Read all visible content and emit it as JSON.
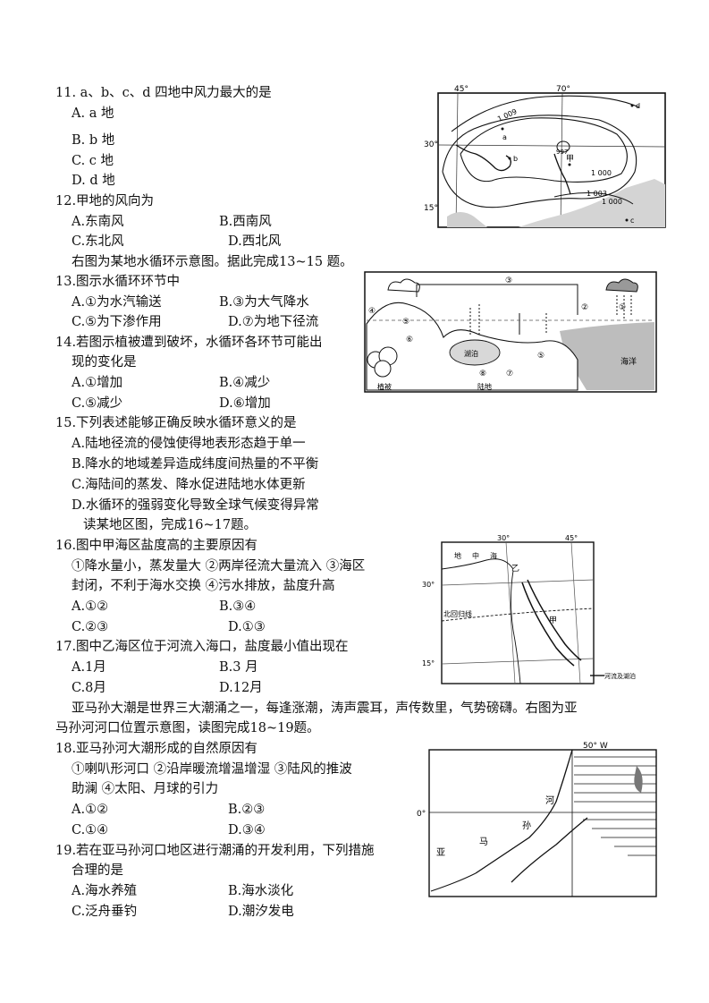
{
  "q11": {
    "stem": "11. a、b、c、d 四地中风力最大的是",
    "a": "A. a 地",
    "b": "B. b 地",
    "c": "C. c 地",
    "d": "D. d 地"
  },
  "q12": {
    "stem": "12.甲地的风向为",
    "a": "A.东南风",
    "b": "B.西南风",
    "c": "C.东北风",
    "d": "D.西北风"
  },
  "intro13": "右图为某地水循环示意图。据此完成13~15 题。",
  "q13": {
    "stem": "13.图示水循环环节中",
    "a": "A.①为水汽输送",
    "b": "B.③为大气降水",
    "c": "C.⑤为下渗作用",
    "d": "D.⑦为地下径流"
  },
  "q14": {
    "stem1": "14.若图示植被遭到破坏，水循环各环节可能出",
    "stem2": "现的变化是",
    "a": "A.①增加",
    "b": "B.④减少",
    "c": "C.⑤减少",
    "d": "D.⑥增加"
  },
  "q15": {
    "stem": "15.下列表述能够正确反映水循环意义的是",
    "a": "A.陆地径流的侵蚀使得地表形态趋于单一",
    "b": "B.降水的地域差异造成纬度间热量的不平衡",
    "c": "C.海陆间的蒸发、降水促进陆地水体更新",
    "d": "D.水循环的强弱变化导致全球气候变得异常"
  },
  "intro16": "读某地区图，完成16~17题。",
  "q16": {
    "stem": "16.图中甲海区盐度高的主要原因有",
    "line1": "①降水量小，蒸发量大  ②两岸径流大量流入  ③海区",
    "line2": "封闭，不利于海水交换  ④污水排放，盐度升高",
    "a": "A.①②",
    "b": "B.③④",
    "c": "C.②③",
    "d": "D.①③"
  },
  "q17": {
    "stem": "17.图中乙海区位于河流入海口，盐度最小值出现在",
    "a": "A.1月",
    "b": "B.3 月",
    "c": "C.8月",
    "d": "D.12月"
  },
  "intro18_1": "亚马孙大潮是世界三大潮涌之一，每逢涨潮，涛声震耳，声传数里，气势磅礴。右图为亚",
  "intro18_2": "马孙河河口位置示意图，读图完成18~19题。",
  "q18": {
    "stem": "18.亚马孙河大潮形成的自然原因有",
    "line1": "①喇叭形河口  ②沿岸暖流增温增湿  ③陆风的推波",
    "line2": "助澜  ④太阳、月球的引力",
    "a": "A.①②",
    "b": "B.②③",
    "c": "C.①④",
    "d": "D.③④"
  },
  "q19": {
    "stem1": "19.若在亚马孙河口地区进行潮涌的开发利用，下列措施",
    "stem2": "合理的是",
    "a": "A.海水养殖",
    "b": "B.海水淡化",
    "c": "C.泛舟垂钓",
    "d": "D.潮汐发电"
  },
  "map1": {
    "lon1": "45°",
    "lon2": "70°",
    "lat1": "30°",
    "lat2": "15°",
    "isobar1": "1 009",
    "isobar2": "1 000",
    "isobar3": "1 003",
    "isobar4": "1 000",
    "isobar5": "997",
    "pt_a": "a",
    "pt_b": "b",
    "pt_c": "c",
    "pt_d": "d",
    "jia": "甲"
  },
  "cycle": {
    "n1": "①",
    "n2": "②",
    "n3": "③",
    "n4": "④",
    "n5a": "⑤",
    "n5b": "⑤",
    "n6": "⑥",
    "n7": "⑦",
    "n8": "⑧",
    "lake": "湖泊",
    "ocean": "海洋",
    "veg": "植被",
    "land": "陆地"
  },
  "map3": {
    "lon1": "30°",
    "lon2": "45°",
    "lat1": "30°",
    "lat2": "15°",
    "med1": "地",
    "med2": "中",
    "med3": "海",
    "yi": "乙",
    "jia": "甲",
    "tropic": "北回归线",
    "legend": "河流及湖泊"
  },
  "map4": {
    "lon": "50° W",
    "lat": "0°",
    "he": "河",
    "ya": "亚",
    "ma": "马",
    "sun": "孙"
  }
}
